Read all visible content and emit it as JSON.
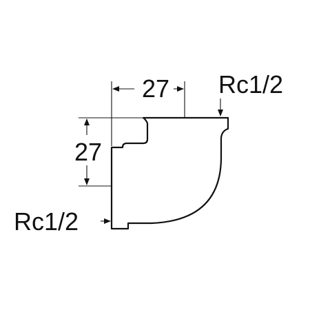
{
  "dimensions": {
    "horizontal": "27",
    "vertical": "27"
  },
  "threads": {
    "top_port": "Rc1/2",
    "side_port": "Rc1/2"
  },
  "colors": {
    "line": "#111111",
    "background": "#ffffff"
  }
}
